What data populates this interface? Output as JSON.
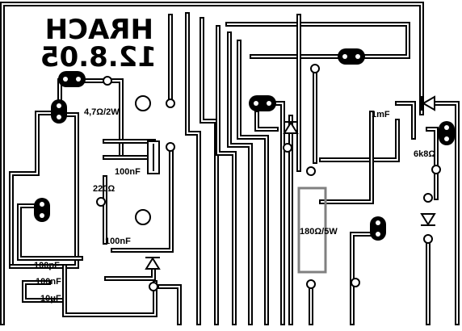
{
  "title": {
    "line1": "HRACH",
    "line2": "12.8.05"
  },
  "labels": {
    "r_4_7": "4,7Ω/2W",
    "c_1mf": "1mF",
    "r_6k8": "6k8Ω",
    "c_100nf_a": "100nF",
    "r_220": "220Ω",
    "r_180": "180Ω/5W",
    "c_100nf_b": "100nF",
    "c_100pf": "100pF",
    "c_100nf_c": "100nF",
    "c_10uf": "10μF"
  }
}
